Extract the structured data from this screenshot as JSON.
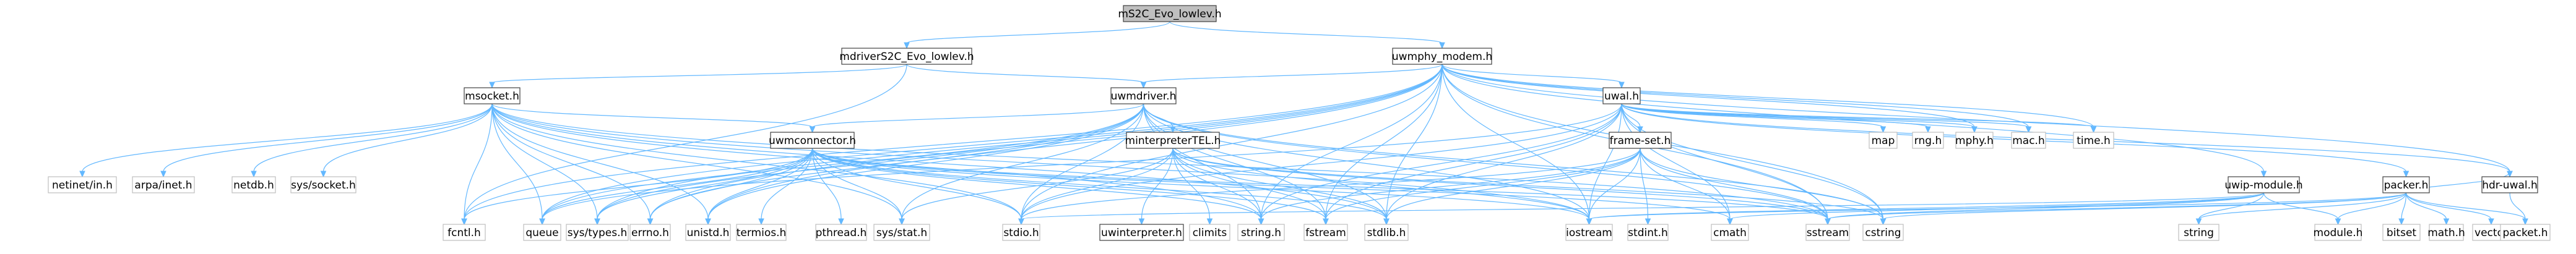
{
  "graph": {
    "title": "mS2C_Evo_lowlev.h",
    "nodes": [
      {
        "id": "root",
        "label": "mS2C_Evo_lowlev.h",
        "kind": "root"
      },
      {
        "id": "mdriver",
        "label": "mdriverS2C_Evo_lowlev.h",
        "kind": "linked"
      },
      {
        "id": "uwmphy",
        "label": "uwmphy_modem.h",
        "kind": "linked"
      },
      {
        "id": "msocket",
        "label": "msocket.h",
        "kind": "linked"
      },
      {
        "id": "uwmdriver",
        "label": "uwmdriver.h",
        "kind": "linked"
      },
      {
        "id": "uwal",
        "label": "uwal.h",
        "kind": "linked"
      },
      {
        "id": "uwmconnector",
        "label": "uwmconnector.h",
        "kind": "linked"
      },
      {
        "id": "minterpreter",
        "label": "minterpreterTEL.h",
        "kind": "linked"
      },
      {
        "id": "frameset",
        "label": "frame-set.h",
        "kind": "linked"
      },
      {
        "id": "uwipmodule",
        "label": "uwip-module.h",
        "kind": "linked"
      },
      {
        "id": "packer",
        "label": "packer.h",
        "kind": "linked"
      },
      {
        "id": "uwinterpreter",
        "label": "uwinterpreter.h",
        "kind": "linked"
      },
      {
        "id": "hdruwal",
        "label": "hdr-uwal.h",
        "kind": "linked"
      },
      {
        "id": "netinet",
        "label": "netinet/in.h",
        "kind": "system"
      },
      {
        "id": "arpa",
        "label": "arpa/inet.h",
        "kind": "system"
      },
      {
        "id": "netdb",
        "label": "netdb.h",
        "kind": "system"
      },
      {
        "id": "syssocket",
        "label": "sys/socket.h",
        "kind": "system"
      },
      {
        "id": "fcntl",
        "label": "fcntl.h",
        "kind": "system"
      },
      {
        "id": "queue",
        "label": "queue",
        "kind": "system"
      },
      {
        "id": "systypes",
        "label": "sys/types.h",
        "kind": "system"
      },
      {
        "id": "errno",
        "label": "errno.h",
        "kind": "system"
      },
      {
        "id": "unistd",
        "label": "unistd.h",
        "kind": "system"
      },
      {
        "id": "termios",
        "label": "termios.h",
        "kind": "system"
      },
      {
        "id": "pthread",
        "label": "pthread.h",
        "kind": "system"
      },
      {
        "id": "sysstat",
        "label": "sys/stat.h",
        "kind": "system"
      },
      {
        "id": "stdio",
        "label": "stdio.h",
        "kind": "system"
      },
      {
        "id": "climits",
        "label": "climits",
        "kind": "system"
      },
      {
        "id": "stringh",
        "label": "string.h",
        "kind": "system"
      },
      {
        "id": "fstream",
        "label": "fstream",
        "kind": "system"
      },
      {
        "id": "stdlib",
        "label": "stdlib.h",
        "kind": "system"
      },
      {
        "id": "iostream",
        "label": "iostream",
        "kind": "system"
      },
      {
        "id": "stdint",
        "label": "stdint.h",
        "kind": "system"
      },
      {
        "id": "cmath",
        "label": "cmath",
        "kind": "system"
      },
      {
        "id": "sstream",
        "label": "sstream",
        "kind": "system"
      },
      {
        "id": "cstring",
        "label": "cstring",
        "kind": "system"
      },
      {
        "id": "map",
        "label": "map",
        "kind": "system"
      },
      {
        "id": "rng",
        "label": "rng.h",
        "kind": "system"
      },
      {
        "id": "mphy",
        "label": "mphy.h",
        "kind": "system"
      },
      {
        "id": "mac",
        "label": "mac.h",
        "kind": "system"
      },
      {
        "id": "timeh",
        "label": "time.h",
        "kind": "system"
      },
      {
        "id": "string",
        "label": "string",
        "kind": "system"
      },
      {
        "id": "moduleh",
        "label": "module.h",
        "kind": "system"
      },
      {
        "id": "bitset",
        "label": "bitset",
        "kind": "system"
      },
      {
        "id": "mathh",
        "label": "math.h",
        "kind": "system"
      },
      {
        "id": "vector",
        "label": "vector",
        "kind": "system"
      },
      {
        "id": "packeth",
        "label": "packet.h",
        "kind": "system"
      }
    ],
    "edges": [
      [
        "root",
        "mdriver"
      ],
      [
        "root",
        "uwmphy"
      ],
      [
        "mdriver",
        "msocket"
      ],
      [
        "mdriver",
        "uwmdriver"
      ],
      [
        "mdriver",
        "fcntl"
      ],
      [
        "uwmphy",
        "uwmdriver"
      ],
      [
        "uwmphy",
        "uwal"
      ],
      [
        "uwmphy",
        "uwipmodule"
      ],
      [
        "uwmphy",
        "hdruwal"
      ],
      [
        "uwmphy",
        "mphy"
      ],
      [
        "uwmphy",
        "mac"
      ],
      [
        "uwmphy",
        "timeh"
      ],
      [
        "uwmphy",
        "sstream"
      ],
      [
        "uwmphy",
        "iostream"
      ],
      [
        "uwmphy",
        "stringh"
      ],
      [
        "uwmphy",
        "errno"
      ],
      [
        "uwmphy",
        "unistd"
      ],
      [
        "uwmphy",
        "fcntl"
      ],
      [
        "uwmphy",
        "stdlib"
      ],
      [
        "uwmphy",
        "stdio"
      ],
      [
        "uwmphy",
        "fstream"
      ],
      [
        "uwmphy",
        "cstring"
      ],
      [
        "uwmphy",
        "queue"
      ],
      [
        "uwmphy",
        "systypes"
      ],
      [
        "msocket",
        "uwmconnector"
      ],
      [
        "msocket",
        "netinet"
      ],
      [
        "msocket",
        "arpa"
      ],
      [
        "msocket",
        "netdb"
      ],
      [
        "msocket",
        "syssocket"
      ],
      [
        "msocket",
        "fcntl"
      ],
      [
        "msocket",
        "queue"
      ],
      [
        "msocket",
        "systypes"
      ],
      [
        "msocket",
        "errno"
      ],
      [
        "msocket",
        "unistd"
      ],
      [
        "msocket",
        "stdio"
      ],
      [
        "msocket",
        "stringh"
      ],
      [
        "msocket",
        "stdlib"
      ],
      [
        "msocket",
        "iostream"
      ],
      [
        "msocket",
        "sysstat"
      ],
      [
        "msocket",
        "sstream"
      ],
      [
        "uwmdriver",
        "uwmconnector"
      ],
      [
        "uwmdriver",
        "minterpreter"
      ],
      [
        "uwmdriver",
        "sysstat"
      ],
      [
        "uwmdriver",
        "stdio"
      ],
      [
        "uwmdriver",
        "stringh"
      ],
      [
        "uwmdriver",
        "fstream"
      ],
      [
        "uwmdriver",
        "stdlib"
      ],
      [
        "uwmdriver",
        "queue"
      ],
      [
        "uwmdriver",
        "errno"
      ],
      [
        "uwmdriver",
        "unistd"
      ],
      [
        "uwmdriver",
        "systypes"
      ],
      [
        "uwmdriver",
        "iostream"
      ],
      [
        "uwmdriver",
        "cstring"
      ],
      [
        "uwmdriver",
        "sstream"
      ],
      [
        "uwal",
        "frameset"
      ],
      [
        "uwal",
        "packer"
      ],
      [
        "uwal",
        "hdruwal"
      ],
      [
        "uwal",
        "mphy"
      ],
      [
        "uwal",
        "mac"
      ],
      [
        "uwal",
        "map"
      ],
      [
        "uwal",
        "rng"
      ],
      [
        "uwal",
        "cmath"
      ],
      [
        "uwal",
        "sstream"
      ],
      [
        "uwal",
        "cstring"
      ],
      [
        "uwal",
        "iostream"
      ],
      [
        "uwal",
        "stdlib"
      ],
      [
        "uwal",
        "stringh"
      ],
      [
        "uwal",
        "stdio"
      ],
      [
        "uwal",
        "fstream"
      ],
      [
        "uwal",
        "queue"
      ],
      [
        "uwal",
        "timeh"
      ],
      [
        "uwmconnector",
        "fcntl"
      ],
      [
        "uwmconnector",
        "queue"
      ],
      [
        "uwmconnector",
        "systypes"
      ],
      [
        "uwmconnector",
        "errno"
      ],
      [
        "uwmconnector",
        "unistd"
      ],
      [
        "uwmconnector",
        "termios"
      ],
      [
        "uwmconnector",
        "pthread"
      ],
      [
        "uwmconnector",
        "sysstat"
      ],
      [
        "uwmconnector",
        "stdio"
      ],
      [
        "uwmconnector",
        "stringh"
      ],
      [
        "uwmconnector",
        "fstream"
      ],
      [
        "uwmconnector",
        "stdlib"
      ],
      [
        "uwmconnector",
        "iostream"
      ],
      [
        "uwmconnector",
        "cmath"
      ],
      [
        "uwmconnector",
        "sstream"
      ],
      [
        "minterpreter",
        "uwinterpreter"
      ],
      [
        "minterpreter",
        "climits"
      ],
      [
        "minterpreter",
        "stringh"
      ],
      [
        "minterpreter",
        "fstream"
      ],
      [
        "minterpreter",
        "stdlib"
      ],
      [
        "minterpreter",
        "iostream"
      ],
      [
        "minterpreter",
        "sstream"
      ],
      [
        "minterpreter",
        "cstring"
      ],
      [
        "minterpreter",
        "stdio"
      ],
      [
        "minterpreter",
        "sysstat"
      ],
      [
        "frameset",
        "iostream"
      ],
      [
        "frameset",
        "stdint"
      ],
      [
        "frameset",
        "cmath"
      ],
      [
        "frameset",
        "sstream"
      ],
      [
        "frameset",
        "cstring"
      ],
      [
        "frameset",
        "stringh"
      ],
      [
        "frameset",
        "stdlib"
      ],
      [
        "frameset",
        "stdio"
      ],
      [
        "frameset",
        "fstream"
      ],
      [
        "uwipmodule",
        "moduleh"
      ],
      [
        "uwipmodule",
        "string"
      ],
      [
        "uwipmodule",
        "sstream"
      ],
      [
        "uwipmodule",
        "iostream"
      ],
      [
        "uwipmodule",
        "cmath"
      ],
      [
        "uwipmodule",
        "stdio"
      ],
      [
        "packer",
        "hdruwal"
      ],
      [
        "packer",
        "moduleh"
      ],
      [
        "packer",
        "bitset"
      ],
      [
        "packer",
        "mathh"
      ],
      [
        "packer",
        "vector"
      ],
      [
        "packer",
        "packeth"
      ],
      [
        "packer",
        "sstream"
      ],
      [
        "packer",
        "string"
      ],
      [
        "packer",
        "cstring"
      ],
      [
        "packer",
        "iostream"
      ],
      [
        "hdruwal",
        "packeth"
      ]
    ]
  }
}
